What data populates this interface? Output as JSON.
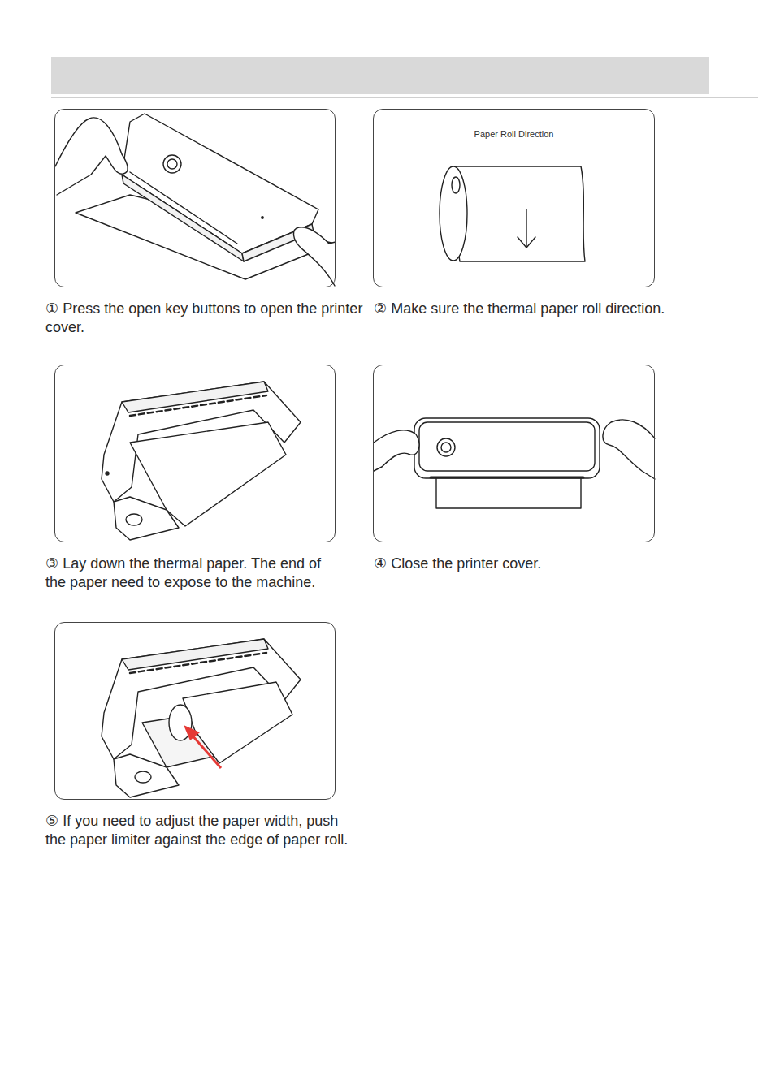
{
  "diagram": {
    "nodes": [
      {
        "text": [
          "① Press the open key buttons to open the printer cover."
        ]
      },
      {
        "text": [
          "Paper Roll Direction",
          "② Make sure the thermal paper roll direction."
        ]
      },
      {
        "text": [
          "③ Lay down the thermal  paper. The end of the paper need to expose to the machine."
        ]
      },
      {
        "text": [
          "④ Close the printer cover."
        ]
      },
      {
        "text": [
          "⑤ If you need to adjust the paper width, push the paper limiter against the edge of paper roll."
        ]
      }
    ]
  }
}
